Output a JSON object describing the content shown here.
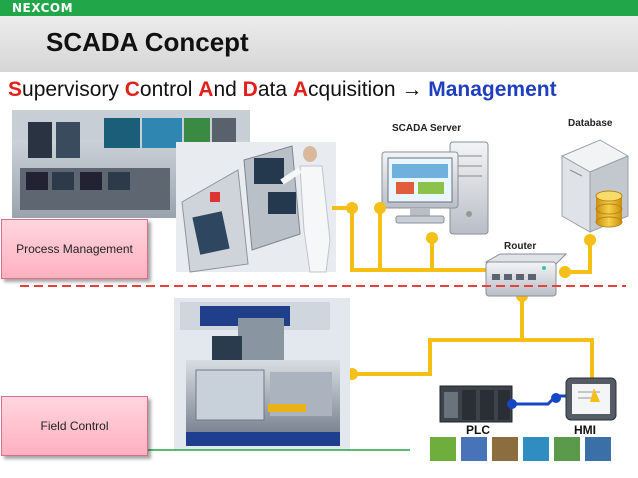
{
  "header": {
    "logo": "NEXCOM",
    "title": "SCADA Concept"
  },
  "subtitle": {
    "s_first": "S",
    "s_rest": "upervisory ",
    "c_first": "C",
    "c_rest": "ontrol ",
    "a_first": "A",
    "a_rest": "nd ",
    "d_first": "D",
    "d_rest": "ata ",
    "a2_first": "A",
    "a2_rest": "cquisition → ",
    "management": "Management"
  },
  "labels": {
    "process_management": "Process Management",
    "field_control": "Field Control",
    "scada_server": "SCADA Server",
    "database": "Database",
    "router": "Router",
    "plc": "PLC",
    "hmi": "HMI"
  },
  "colors": {
    "brand_green": "#22a64a",
    "accent_red": "#e0201b",
    "accent_blue": "#1f3fbf",
    "network_yellow": "#f5bf16",
    "divider_red": "#e8403b",
    "serial_blue": "#1546c4"
  }
}
